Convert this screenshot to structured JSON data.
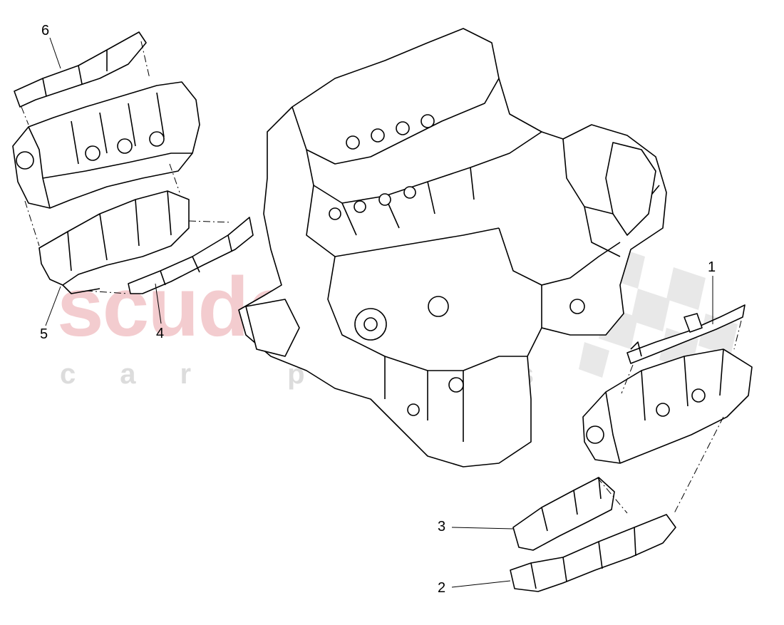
{
  "watermark": {
    "brand": "scuderia",
    "tagline": "car parts",
    "colors": {
      "brand": "#f2c4c7",
      "tagline": "#dcdcdc",
      "flag": "#e6e6e6"
    }
  },
  "callouts": [
    {
      "id": "1",
      "label": "1"
    },
    {
      "id": "2",
      "label": "2"
    },
    {
      "id": "3",
      "label": "3"
    },
    {
      "id": "4",
      "label": "4"
    },
    {
      "id": "5",
      "label": "5"
    },
    {
      "id": "6",
      "label": "6"
    }
  ],
  "parts": [
    "engine-assembly",
    "intake-manifold-left",
    "intake-manifold-right",
    "cover-left",
    "cover-right"
  ]
}
